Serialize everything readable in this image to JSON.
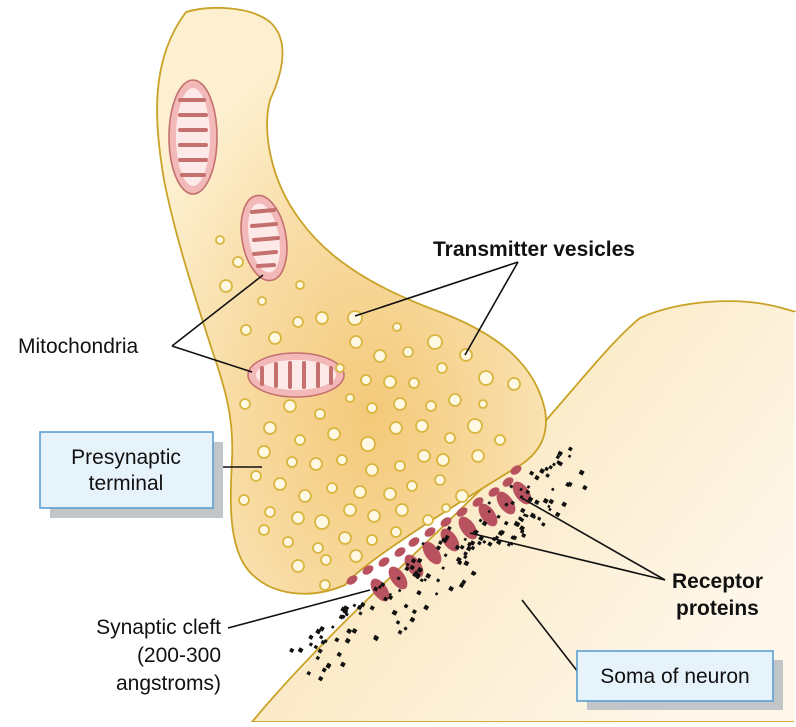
{
  "labels": {
    "transmitter_vesicles": "Transmitter vesicles",
    "mitochondria": "Mitochondria",
    "presynaptic_line1": "Presynaptic",
    "presynaptic_line2": "terminal",
    "receptor_line1": "Receptor",
    "receptor_line2": "proteins",
    "cleft_line1": "Synaptic cleft",
    "cleft_line2": "(200-300",
    "cleft_line3": "angstroms)",
    "soma": "Soma of neuron"
  },
  "colors": {
    "terminal_fill": "#fbe6b8",
    "terminal_core": "#f6cf86",
    "outline": "#c9a227",
    "vesicle_stroke": "#d9b640",
    "vesicle_fill": "#fff8e2",
    "mito_outer": "#f2b9b8",
    "mito_inner": "#fce9e8",
    "mito_crista": "#c4706e",
    "receptor": "#b8525f",
    "transmitter_dot": "#111111",
    "label_box_fill": "#e7f3fb",
    "label_box_border": "#5b9fd2",
    "label_box_shadow": "#c3c6c9"
  }
}
